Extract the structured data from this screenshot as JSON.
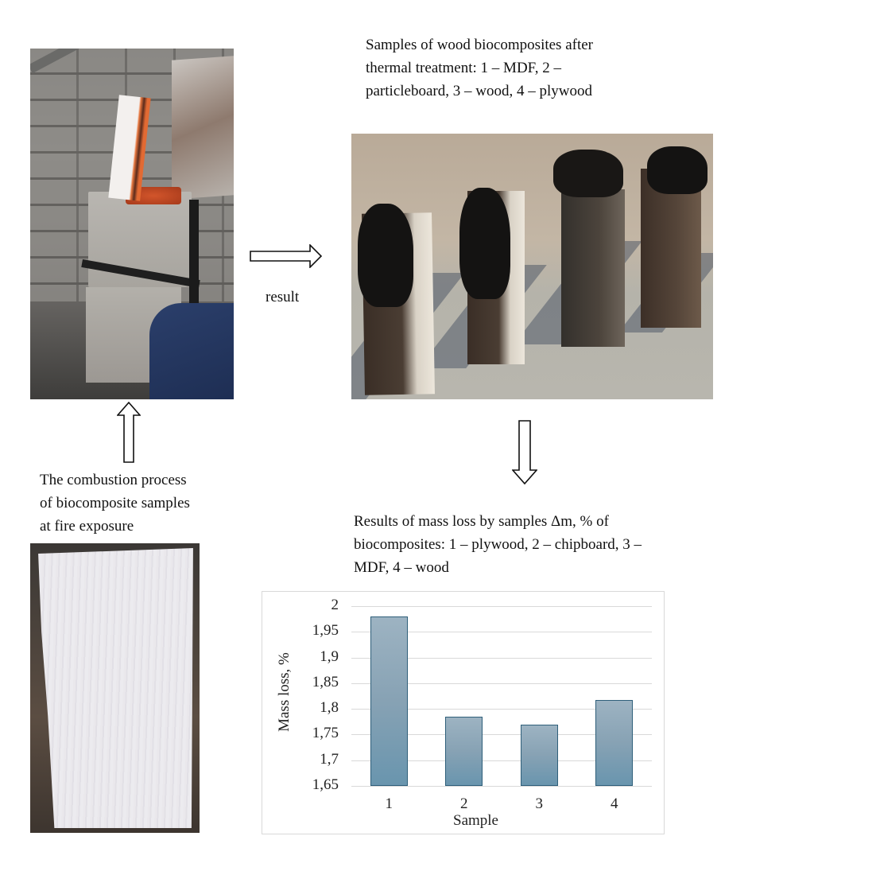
{
  "captions": {
    "top_right": [
      "Samples of wood biocomposites after",
      "thermal treatment: 1 – MDF, 2 –",
      "particleboard, 3 – wood, 4 – plywood"
    ],
    "left_middle": [
      "The combustion process",
      "of biocomposite samples",
      "at fire exposure"
    ],
    "chart_caption": [
      "Results of mass loss by samples Δm, % of",
      "biocomposites: 1 – plywood, 2 – chipboard, 3 –",
      "MDF, 4 – wood"
    ],
    "arrow_label": "result"
  },
  "images": {
    "combustion_photo": "photo of biocomposite sample burning in furnace",
    "samples_photo": "photo of four charred wood biocomposite samples",
    "white_sample_photo": "photo of white coated biocomposite sample"
  },
  "arrows": [
    {
      "name": "right-arrow",
      "direction": "right"
    },
    {
      "name": "up-arrow",
      "direction": "up"
    },
    {
      "name": "down-arrow",
      "direction": "down"
    }
  ],
  "chart_data": {
    "type": "bar",
    "title": "",
    "xlabel": "Sample",
    "ylabel": "Mass loss, %",
    "categories": [
      "1",
      "2",
      "3",
      "4"
    ],
    "values": [
      1.98,
      1.785,
      1.77,
      1.818
    ],
    "ylim": [
      1.65,
      2.0
    ],
    "yticks": [
      "1,65",
      "1,7",
      "1,75",
      "1,8",
      "1,85",
      "1,9",
      "1,95",
      "2"
    ],
    "grid": true,
    "legend": "none",
    "bar_color": "#7f9fb3",
    "bar_border": "#2f5f7a"
  }
}
